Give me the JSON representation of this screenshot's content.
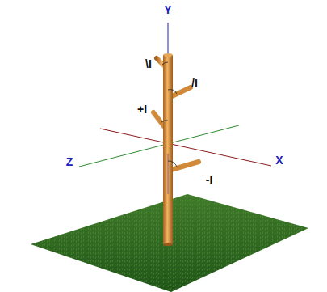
{
  "diagram": {
    "labels": [
      "Y",
      "Z",
      "X",
      "\\I",
      "/I",
      "+I",
      "-I"
    ]
  }
}
